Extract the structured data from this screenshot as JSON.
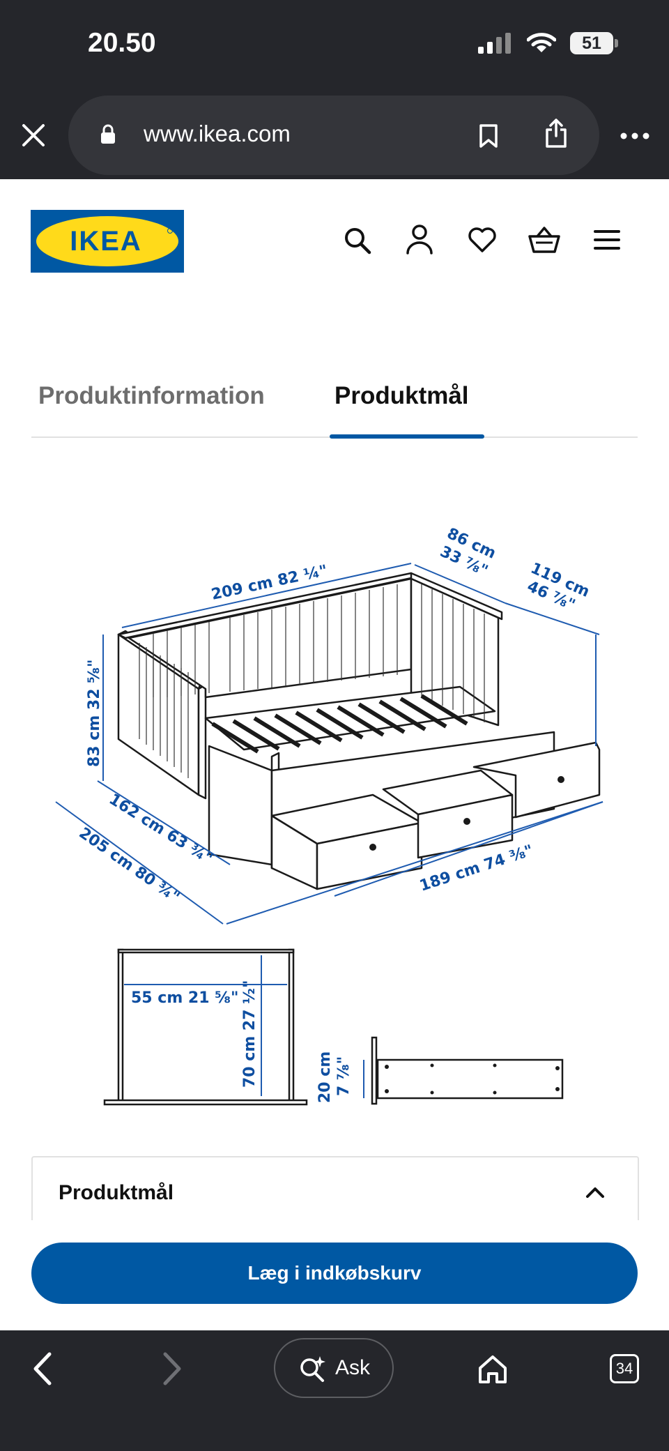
{
  "status_bar": {
    "time": "20.50",
    "battery": "51"
  },
  "browser": {
    "url": "www.ikea.com"
  },
  "header": {
    "logo_text": "IKEA"
  },
  "tabs": [
    {
      "label": "Produktinformation",
      "active": false
    },
    {
      "label": "Produktmål",
      "active": true
    }
  ],
  "diagram": {
    "dims": {
      "length_top": "209 cm 82 ¼\"",
      "depth_top_cm": "86 cm",
      "depth_top_in": "33 ⅞\"",
      "depth_open_cm": "119 cm",
      "depth_open_in": "46 ⅞\"",
      "height": "83 cm 32 ⅝\"",
      "width_closed": "162 cm 63 ¾\"",
      "width_open": "205 cm 80 ¾\"",
      "length_bottom": "189 cm 74 ⅜\"",
      "end_width": "55 cm 21 ⅝\"",
      "end_height": "70 cm 27 ½\"",
      "drawer_height_cm": "20 cm",
      "drawer_height_in": "7 ⅞\""
    }
  },
  "accordion": {
    "title": "Produktmål"
  },
  "actions": {
    "add_to_cart": "Læg i indkøbskurv"
  },
  "bottom_bar": {
    "ask_label": "Ask",
    "tab_count": "34"
  },
  "colors": {
    "ikea_blue": "#0058a3",
    "ikea_yellow": "#ffda1a",
    "dark_chrome": "#25262b",
    "dimension_blue": "#0e4ea0"
  }
}
